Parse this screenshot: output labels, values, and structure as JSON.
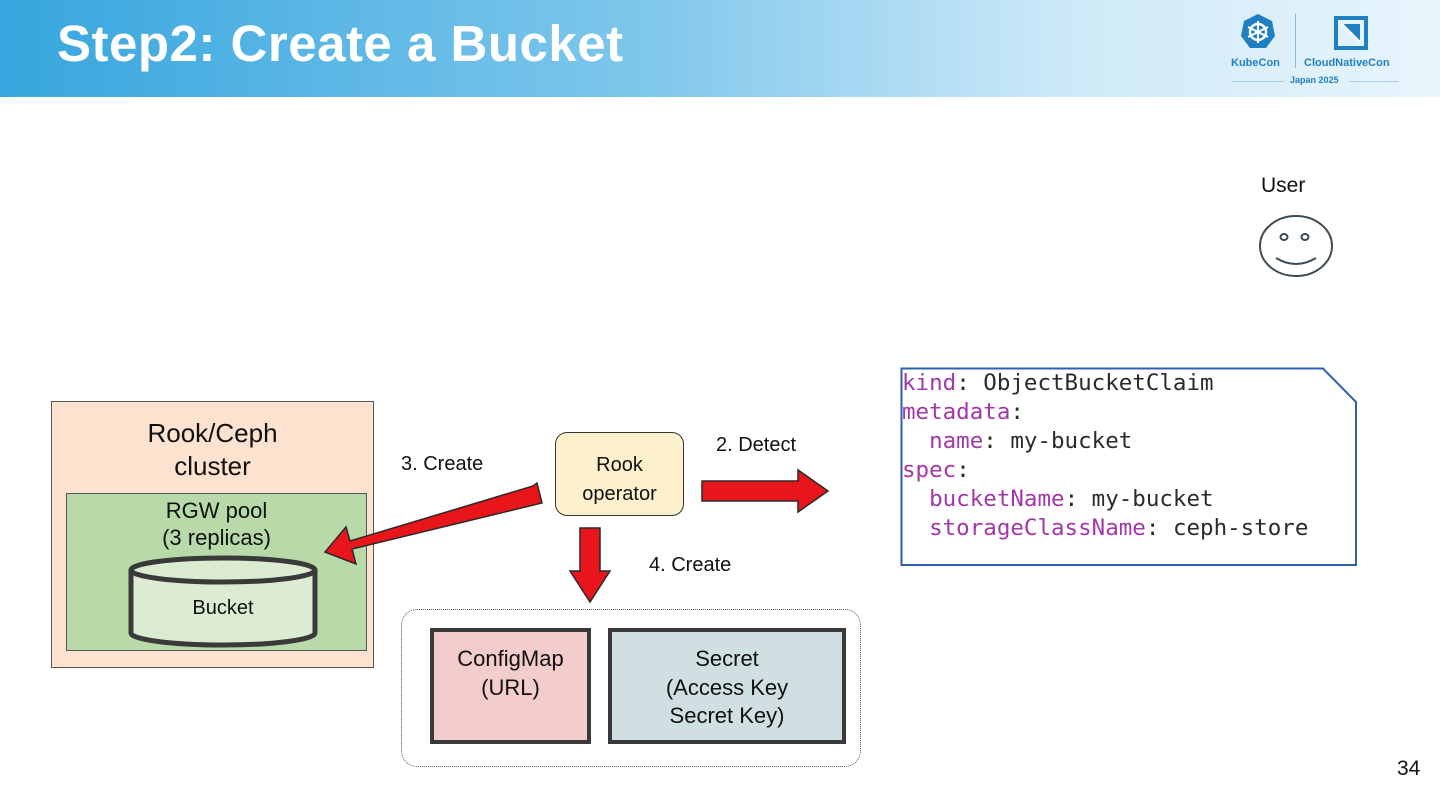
{
  "header": {
    "title": "Step2: Create a Bucket",
    "logos": {
      "kubecon": "KubeCon",
      "cloudnativecon": "CloudNativeCon",
      "event": "Japan 2025"
    }
  },
  "user": {
    "label": "User",
    "icon": "smiley-face-icon"
  },
  "cluster": {
    "title_line1": "Rook/Ceph",
    "title_line2": "cluster",
    "pool_line1": "RGW pool",
    "pool_line2": "(3 replicas)",
    "bucket_label": "Bucket"
  },
  "operator": {
    "line1": "Rook",
    "line2": "operator"
  },
  "steps": {
    "detect": "2. Detect",
    "create_bucket": "3. Create",
    "create_resources": "4. Create"
  },
  "configmap": {
    "line1": "ConfigMap",
    "line2": "(URL)"
  },
  "secret": {
    "line1": "Secret",
    "line2": "(Access Key",
    "line3": "Secret Key)"
  },
  "yaml": {
    "kind_key": "kind",
    "kind_value": "ObjectBucketClaim",
    "metadata_key": "metadata",
    "name_key": "name",
    "name_value": "my-bucket",
    "spec_key": "spec",
    "bucketname_key": "bucketName",
    "bucketname_value": "my-bucket",
    "storageclass_key": "storageClassName",
    "storageclass_value": "ceph-store"
  },
  "page_number": "34",
  "colors": {
    "arrow": "#e8151b",
    "yaml_key": "#a336a8",
    "yaml_border": "#2f5fb3",
    "cluster_fill": "#fde3cf",
    "pool_fill": "#b8d9a8",
    "bucket_fill": "#dcecd2",
    "operator_fill": "#fdf0cc",
    "configmap_fill": "#f3cccc",
    "secret_fill": "#d0e0e2"
  }
}
